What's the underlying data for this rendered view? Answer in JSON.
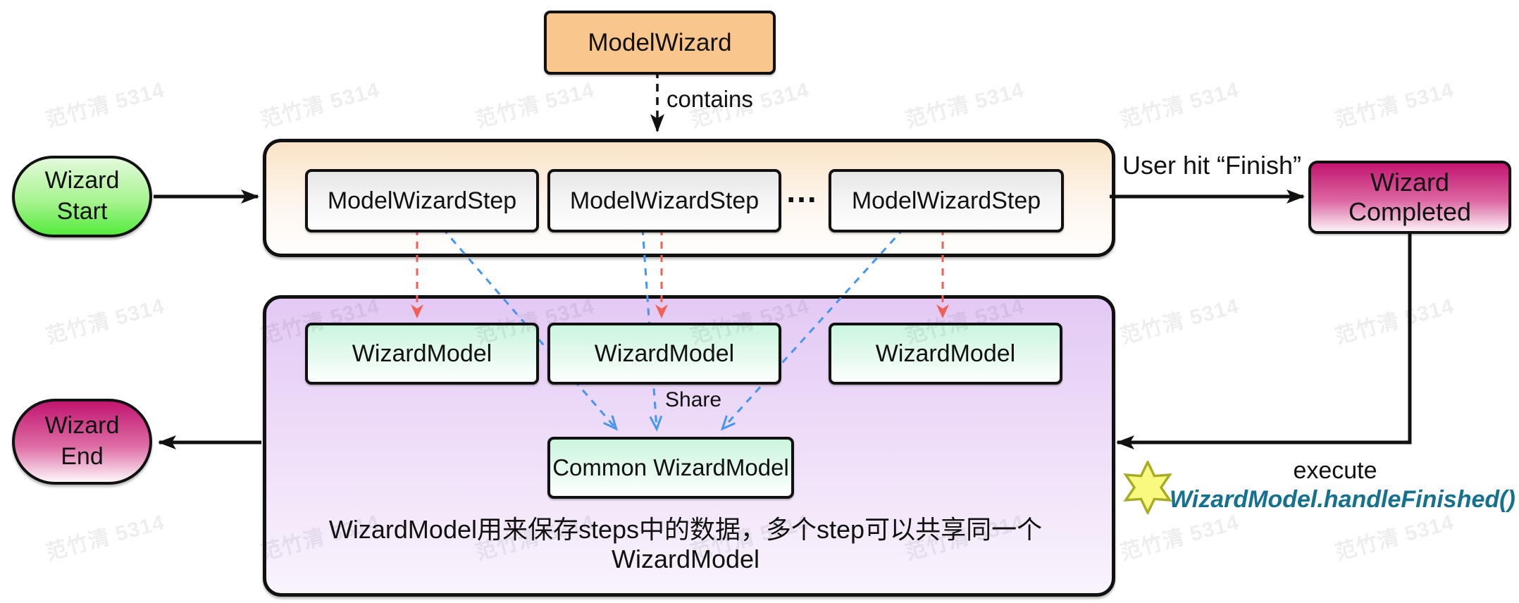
{
  "watermark": {
    "text": "范竹清 5314"
  },
  "nodes": {
    "model_wizard": "ModelWizard",
    "wizard_start": {
      "line1": "Wizard",
      "line2": "Start"
    },
    "wizard_end": {
      "line1": "Wizard",
      "line2": "End"
    },
    "wizard_completed": "Wizard Completed",
    "steps": {
      "step1": "ModelWizardStep",
      "step2": "ModelWizardStep",
      "step3": "ModelWizardStep",
      "ellipsis": "..."
    },
    "models": {
      "model1": "WizardModel",
      "model2": "WizardModel",
      "model3": "WizardModel",
      "common": "Common WizardModel"
    }
  },
  "labels": {
    "contains": "contains",
    "user_hit_finish": "User hit “Finish”",
    "share": "Share",
    "execute": "execute",
    "execute_method": "WizardModel.handleFinished()",
    "note_line1": "WizardModel用来保存steps中的数据，多个step可以共享同一个",
    "note_line2": "WizardModel"
  },
  "icons": {
    "star": "six-pointed-star"
  },
  "colors": {
    "model_wizard_fill": "#F9C68E",
    "steps_container_top": "#FAE3C6",
    "step_box_top": "#E7E7E7",
    "purple_container_top": "#E3C9F4",
    "mint_box_top": "#CBF5DE",
    "start_green_bottom": "#55EC3D",
    "magenta_top": "#C2156F",
    "red_arrow": "#F15F55",
    "blue_arrow": "#4496EE",
    "black_line": "#111111",
    "teal_text": "#16718F",
    "star_fill": "#F8F97E",
    "star_stroke": "#A8AC23",
    "watermark_color": "rgba(40,40,60,0.08)"
  }
}
